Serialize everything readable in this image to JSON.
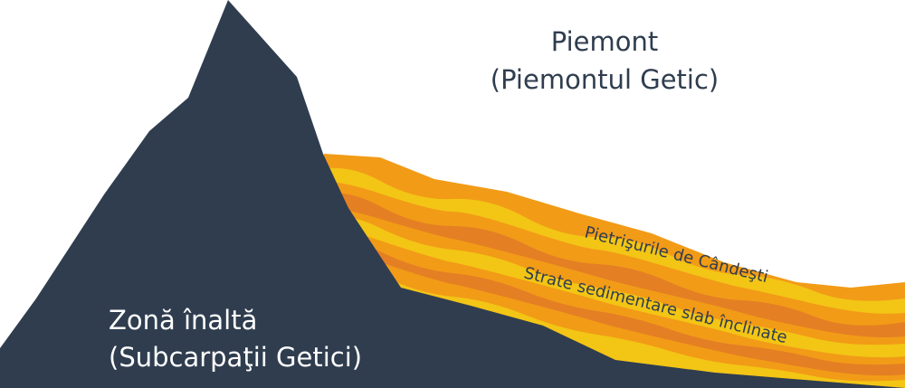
{
  "diagram": {
    "piedmont_title": "Piemont",
    "piedmont_subtitle": "(Piemontul Getic)",
    "highland_title": "Zonă înaltă",
    "highland_subtitle": "(Subcarpaţii Getici)",
    "gravel_label": "Pietrişurile de Cândeşti",
    "strata_label": "Strate sedimentare slab înclinate"
  },
  "colors": {
    "mountain": "#2f3d4f",
    "layer_orange": "#f29b17",
    "layer_dark_orange": "#e47f24",
    "layer_yellow": "#f3c515",
    "text_dark": "#2f3d4f",
    "text_light": "#ffffff"
  }
}
